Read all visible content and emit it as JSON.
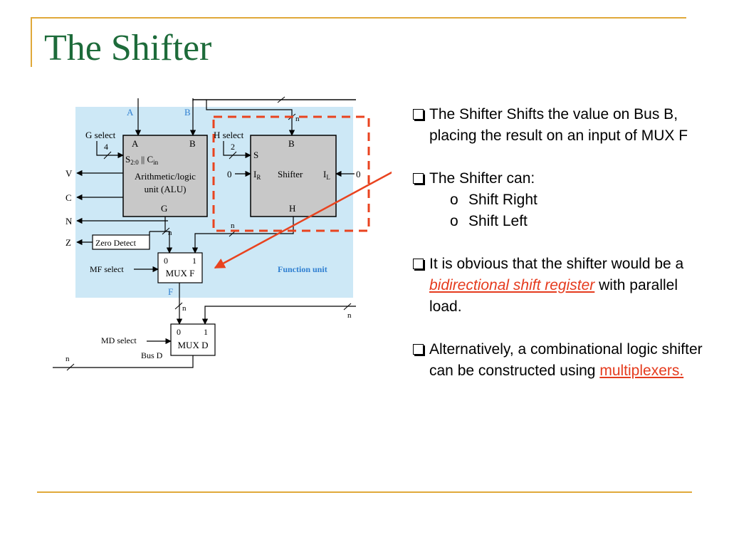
{
  "title": "The Shifter",
  "colors": {
    "title": "#1d6b3a",
    "accent_line": "#e0a93a",
    "link": "#e53b1e",
    "diagram_bg": "#cde8f6",
    "block_fill": "#c8c8c8",
    "highlight": "#e9431f",
    "bus_label": "#2f7fd1"
  },
  "diagram": {
    "bus_a": "A",
    "bus_b": "B",
    "g_select": "G select",
    "g_width": "4",
    "alu_a": "A",
    "alu_b": "B",
    "alu_s": "S",
    "alu_s_sub": "2:0",
    "alu_s_mid": " || C",
    "alu_s_sub2": "in",
    "alu_line1": "Arithmetic/logic",
    "alu_line2": "unit (ALU)",
    "alu_g": "G",
    "out_v": "V",
    "out_c": "C",
    "out_n": "N",
    "out_z": "Z",
    "zero_detect": "Zero Detect",
    "h_select": "H select",
    "h_width": "2",
    "sh_b": "B",
    "sh_s": "S",
    "sh_ir": "I",
    "sh_ir_sub": "R",
    "sh_label": "Shifter",
    "sh_il": "I",
    "sh_il_sub": "L",
    "sh_h": "H",
    "zero_in": "0",
    "zero_in_r": "0",
    "n": "n",
    "mf_select": "MF select",
    "muxf_0": "0",
    "muxf_1": "1",
    "muxf_label": "MUX F",
    "f_label": "F",
    "function_unit": "Function unit",
    "md_select": "MD select",
    "muxd_0": "0",
    "muxd_1": "1",
    "muxd_label": "MUX D",
    "bus_d": "Bus D"
  },
  "bullets": {
    "b1": "The Shifter Shifts the value on Bus B, placing the result on an input of MUX F",
    "b2": "The Shifter can:",
    "b2_sub1_mark": "o",
    "b2_sub1": "Shift Right",
    "b2_sub2_mark": "o",
    "b2_sub2": "Shift Left",
    "b3_pre": "It is obvious that the shifter would be a ",
    "b3_link": "bidirectional shift register",
    "b3_post": " with parallel load.",
    "b4_pre": "Alternatively, a combinational logic shifter can be constructed using ",
    "b4_link": "multiplexers."
  }
}
